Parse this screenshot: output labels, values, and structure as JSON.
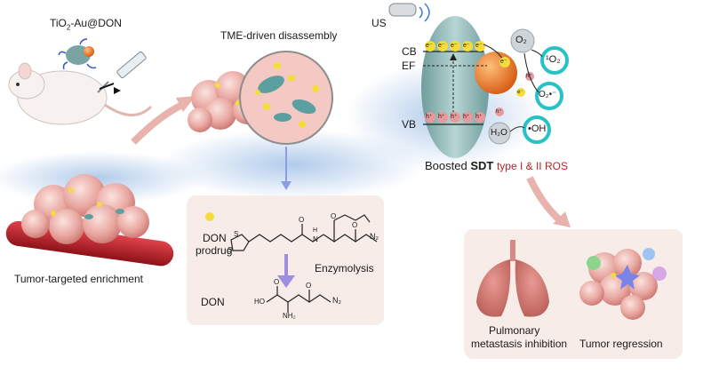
{
  "panel_1": {
    "nanoparticle_label_prefix": "TiO",
    "nanoparticle_label_sub": "2",
    "nanoparticle_label_suffix": "-Au@DON",
    "caption": "Tumor-targeted enrichment"
  },
  "panel_2": {
    "caption": "TME-driven disassembly"
  },
  "sdt_panel": {
    "us_label": "US",
    "cb_label": "CB",
    "ef_label": "EF",
    "vb_label": "VB",
    "electron_symbol": "e⁻",
    "hole_symbol": "h⁺",
    "o2_label": "O₂",
    "singlet_o2_label": "¹O₂",
    "superoxide_label": "O₂•⁻",
    "h2o_label": "H₂O",
    "hydroxyl_label": "•OH",
    "caption_prefix": "Boosted",
    "caption_bold": "SDT",
    "caption_red": "type I & II ROS"
  },
  "chemistry_box": {
    "prodrug_line1": "DON",
    "prodrug_line2": "prodrug",
    "process_label": "Enzymolysis",
    "product_label": "DON",
    "atom_s": "S",
    "atom_o": "O",
    "atom_nh": "H",
    "atom_n": "N",
    "n2_label": "N₂",
    "ho_label": "HO",
    "nh2_label": "NH₂"
  },
  "outcomes_box": {
    "lung_caption_line1": "Pulmonary",
    "lung_caption_line2": "metastasis inhibition",
    "tumor_caption": "Tumor regression"
  },
  "colors": {
    "tumor": "#e9a7a1",
    "vessel": "#c2222b",
    "tio2": "#8fb9b8",
    "gold": "#e36f1f",
    "box_bg": "#f8ece9",
    "ros_ring": "#27c1c6",
    "caption_red": "#b3242c"
  }
}
